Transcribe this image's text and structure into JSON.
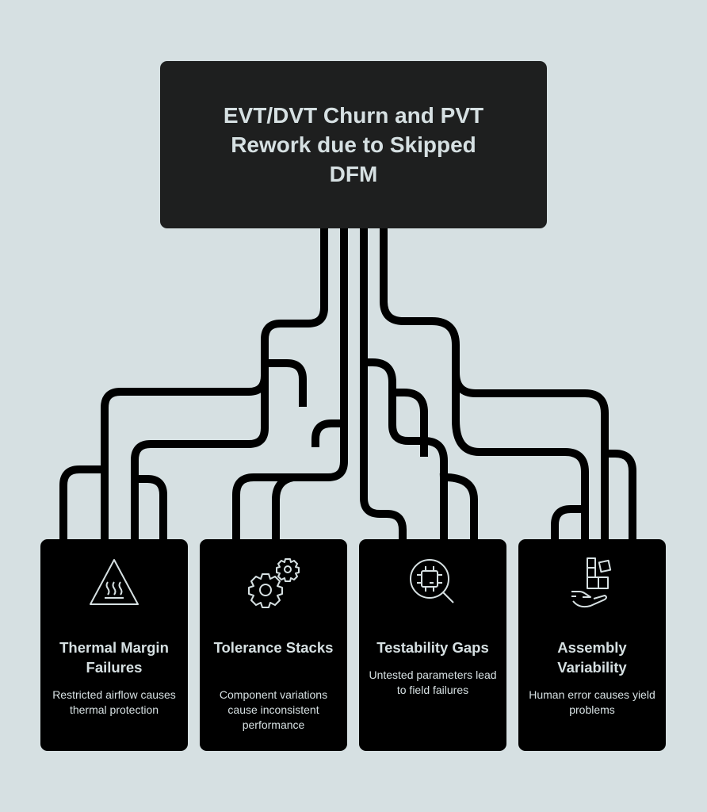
{
  "colors": {
    "background": "#d6e0e2",
    "root_box": "#1e1f1f",
    "cards": "#000000",
    "text": "#d6e0e2",
    "wires": "#000000"
  },
  "root": {
    "title": "EVT/DVT Churn and PVT Rework due to Skipped DFM"
  },
  "cards": [
    {
      "icon": "heat-warning-icon",
      "title": "Thermal Margin Failures",
      "description": "Restricted airflow causes thermal protection"
    },
    {
      "icon": "gears-icon",
      "title": "Tolerance Stacks",
      "description": "Component variations cause inconsistent performance"
    },
    {
      "icon": "chip-magnifier-icon",
      "title": "Testability Gaps",
      "description": "Untested parameters lead to field failures"
    },
    {
      "icon": "hand-blocks-icon",
      "title": "Assembly Variability",
      "description": "Human error causes yield problems"
    }
  ]
}
